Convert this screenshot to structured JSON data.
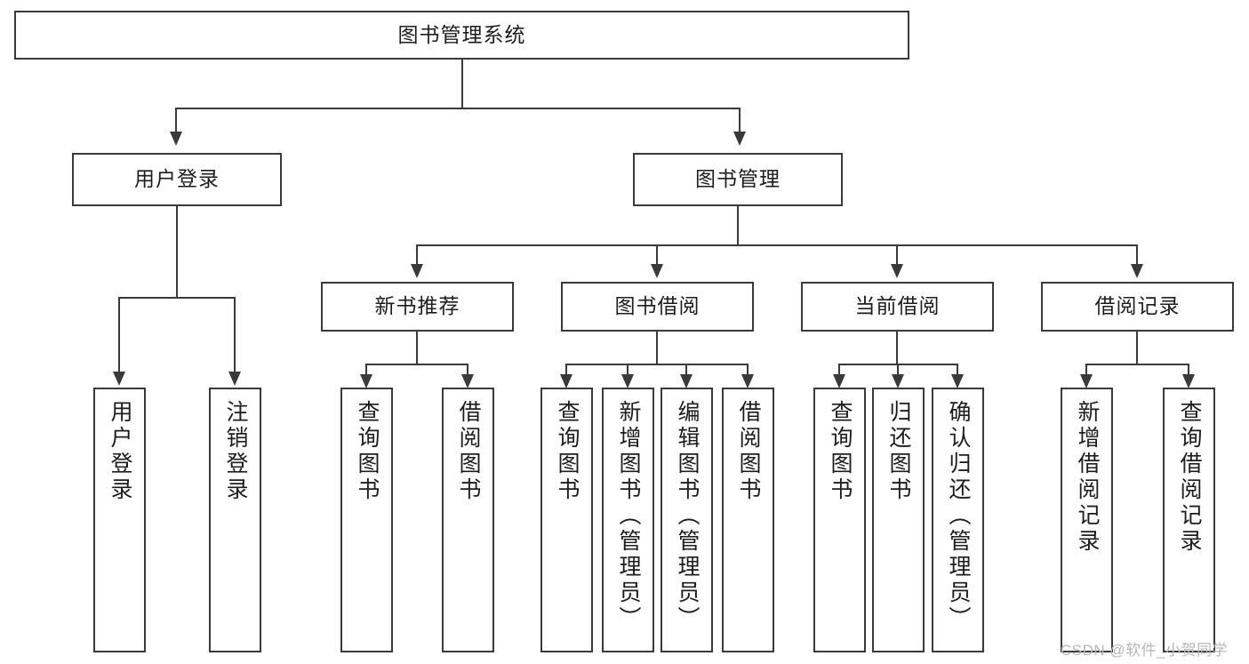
{
  "diagram": {
    "title": "图书管理系统",
    "watermark": "CSDN @软件_小贺同学",
    "root": {
      "label": "图书管理系统"
    },
    "level2": [
      {
        "label": "用户登录"
      },
      {
        "label": "图书管理"
      }
    ],
    "level3": [
      {
        "label": "新书推荐"
      },
      {
        "label": "图书借阅"
      },
      {
        "label": "当前借阅"
      },
      {
        "label": "借阅记录"
      }
    ],
    "leaves": {
      "user_login": [
        {
          "label": "用户登录"
        },
        {
          "label": "注销登录"
        }
      ],
      "new_book": [
        {
          "label": "查询图书"
        },
        {
          "label": "借阅图书"
        }
      ],
      "book_borrow": [
        {
          "label": "查询图书"
        },
        {
          "label": "新增图书（管理员）"
        },
        {
          "label": "编辑图书（管理员）"
        },
        {
          "label": "借阅图书"
        }
      ],
      "current_borrow": [
        {
          "label": "查询图书"
        },
        {
          "label": "归还图书"
        },
        {
          "label": "确认归还（管理员）"
        }
      ],
      "borrow_record": [
        {
          "label": "新增借阅记录"
        },
        {
          "label": "查询借阅记录"
        }
      ]
    },
    "colors": {
      "stroke": "#3a3a3a",
      "fill": "#ffffff",
      "text": "#1d1d1d",
      "watermark": "#b8b8b8"
    }
  }
}
